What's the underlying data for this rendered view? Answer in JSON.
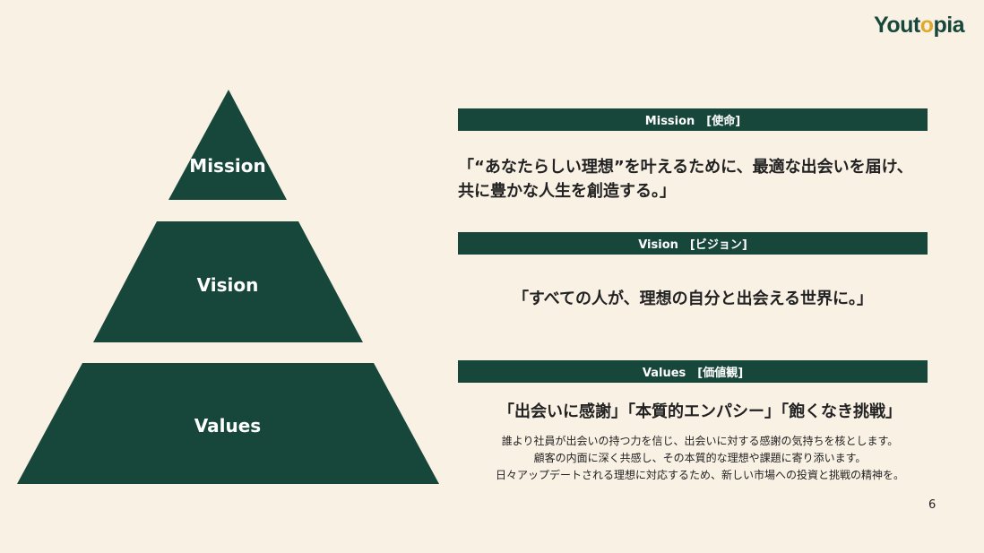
{
  "logo": {
    "text_before": "Yout",
    "text_accent": "o",
    "text_after": "pia"
  },
  "pyramid": {
    "top": "Mission",
    "middle": "Vision",
    "bottom": "Values"
  },
  "mission": {
    "header": "Mission　[使命]",
    "line1": "「“あなたらしい理想”を叶えるために、最適な出会いを届け、",
    "line2": "共に豊かな人生を創造する。」"
  },
  "vision": {
    "header": "Vision　[ビジョン]",
    "text": "「すべての人が、理想の自分と出会える世界に。」"
  },
  "values": {
    "header": "Values　[価値観]",
    "headline": "「出会いに感謝」「本質的エンパシー」「飽くなき挑戦」",
    "lines": [
      "誰より社員が出会いの持つ力を信じ、出会いに対する感謝の気持ちを核とします。",
      "顧客の内面に深く共感し、その本質的な理想や課題に寄り添います。",
      "日々アップデートされる理想に対応するため、新しい市場への投資と挑戦の精神を。"
    ]
  },
  "page_number": "6",
  "colors": {
    "green": "#17473a",
    "background": "#faf1e5",
    "accent": "#e0a92a"
  }
}
